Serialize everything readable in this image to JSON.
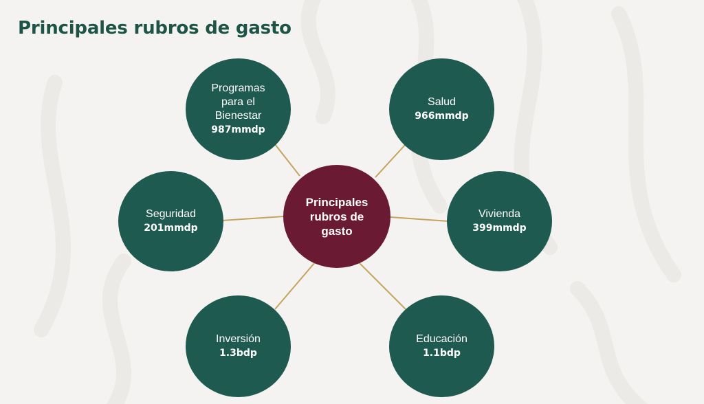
{
  "title": "Principales rubros de gasto",
  "colors": {
    "title": "#1d5446",
    "node": "#1e5a4f",
    "center": "#6b1a33",
    "connector": "#c4a45c",
    "background": "#f4f3f1"
  },
  "center": {
    "label": "Principales rubros de gasto"
  },
  "nodes": [
    {
      "label": "Programas para el Bienestar",
      "value": "987mmdp"
    },
    {
      "label": "Salud",
      "value": "966mmdp"
    },
    {
      "label": "Seguridad",
      "value": "201mmdp"
    },
    {
      "label": "Vivienda",
      "value": "399mmdp"
    },
    {
      "label": "Inversión",
      "value": "1.3bdp"
    },
    {
      "label": "Educación",
      "value": "1.1bdp"
    }
  ]
}
